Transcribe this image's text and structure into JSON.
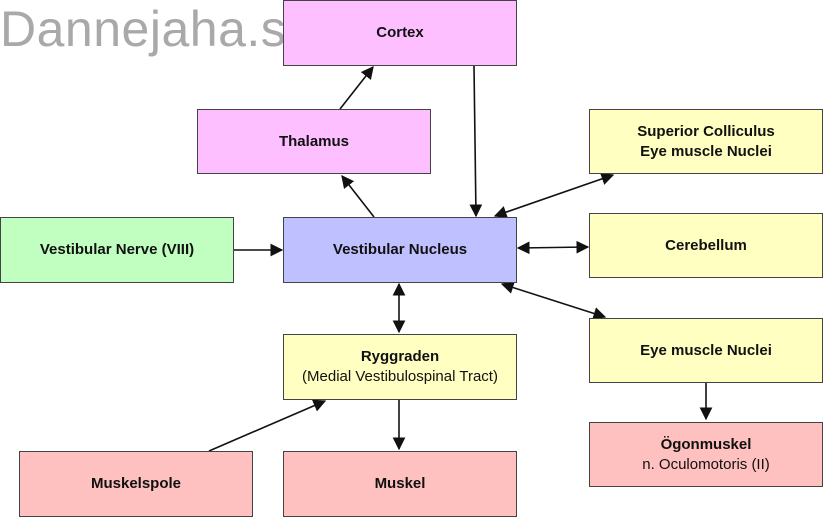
{
  "watermark": "Dannejaha.se",
  "nodes": {
    "cortex": {
      "label": "Cortex"
    },
    "thalamus": {
      "label": "Thalamus"
    },
    "vestibular_nerve": {
      "label": "Vestibular Nerve (VIII)"
    },
    "vestibular_nucleus": {
      "label": "Vestibular Nucleus"
    },
    "superior_colliculus": {
      "label": "Superior Colliculus",
      "sub": "Eye muscle Nuclei"
    },
    "cerebellum": {
      "label": "Cerebellum"
    },
    "eye_muscle_nuclei": {
      "label": "Eye muscle Nuclei"
    },
    "ryggraden": {
      "label": "Ryggraden",
      "sub": "(Medial Vestibulospinal Tract)"
    },
    "ogonmuskel": {
      "label": "Ögonmuskel",
      "sub": "n. Oculomotoris (II)"
    },
    "muskelspole": {
      "label": "Muskelspole"
    },
    "muskel": {
      "label": "Muskel"
    }
  },
  "colors": {
    "cortex_thalamus": "#fdbfff",
    "nucleus": "#bfc0ff",
    "nerve": "#c0ffc0",
    "targets": "#ffffc1",
    "muscles": "#ffc0c0"
  }
}
